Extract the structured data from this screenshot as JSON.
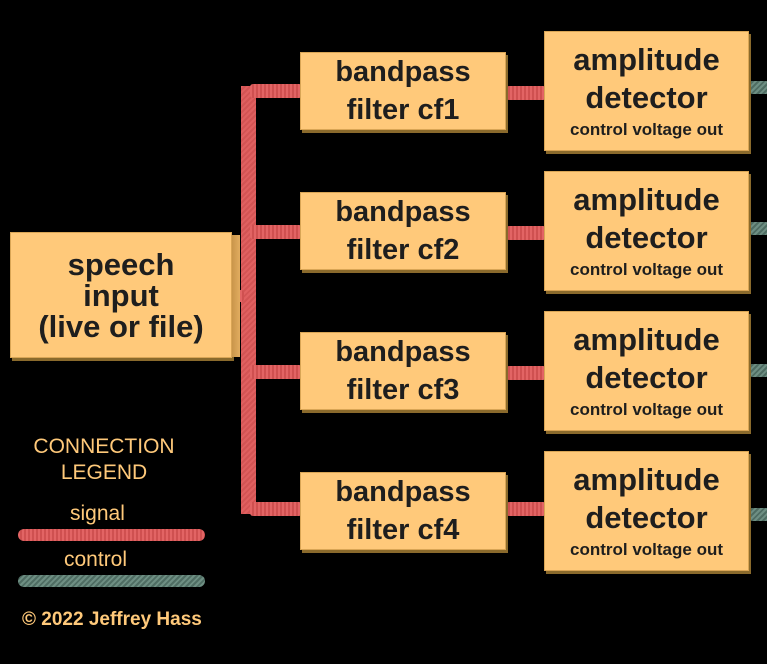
{
  "diagram": {
    "input": {
      "lines": [
        "speech",
        "input",
        "(live or file)"
      ]
    },
    "filters": [
      {
        "line1": "bandpass",
        "line2": "filter cf1"
      },
      {
        "line1": "bandpass",
        "line2": "filter cf2"
      },
      {
        "line1": "bandpass",
        "line2": "filter cf3"
      },
      {
        "line1": "bandpass",
        "line2": "filter cf4"
      }
    ],
    "detectors": [
      {
        "line1": "amplitude",
        "line2": "detector",
        "sub": "control voltage out"
      },
      {
        "line1": "amplitude",
        "line2": "detector",
        "sub": "control voltage out"
      },
      {
        "line1": "amplitude",
        "line2": "detector",
        "sub": "control voltage out"
      },
      {
        "line1": "amplitude",
        "line2": "detector",
        "sub": "control voltage out"
      }
    ],
    "legend": {
      "title_line1": "CONNECTION",
      "title_line2": "LEGEND",
      "signal_label": "signal",
      "control_label": "control"
    },
    "copyright": "© 2022 Jeffrey Hass",
    "colors": {
      "box": "#ffc97a",
      "signal": "#e06060",
      "control": "#5f7f74",
      "text_accent": "#ffc97a",
      "background": "#000000"
    }
  }
}
